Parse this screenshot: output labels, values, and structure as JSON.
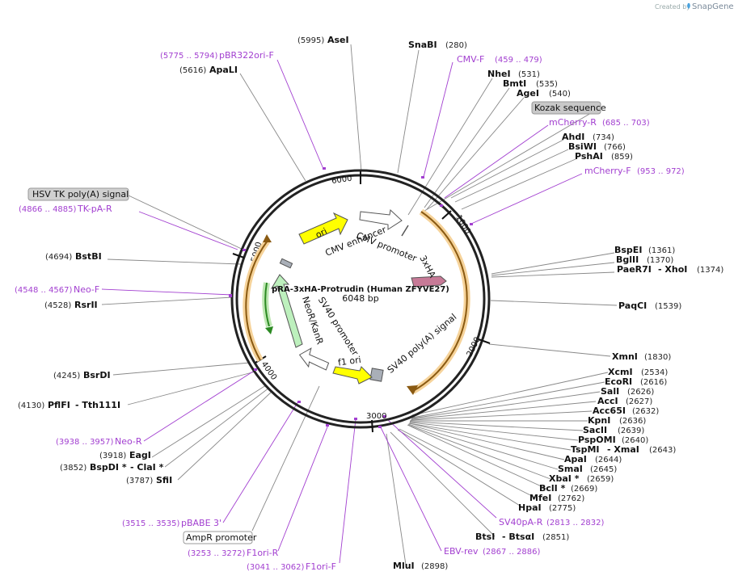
{
  "credit": {
    "prefix": "Created by",
    "brand": "SnapGene"
  },
  "map": {
    "title": "pRA-3xHA-Protrudin (Human ZFYVE27)",
    "size": "6048 bp",
    "ticks": [
      "6000",
      "1000",
      "2000",
      "3000",
      "4000",
      "5000"
    ]
  },
  "features": {
    "ori": "ori",
    "cmv_enhancer": "CMV enhancer",
    "cmv_promoter": "CMV promoter",
    "tag": "3xHA",
    "sv40_polya": "SV40 poly(A) signal",
    "f1_ori": "f1 ori",
    "sv40_promoter": "SV40 promoter",
    "neo": "NeoR/KanR"
  },
  "boxes": {
    "hsv": "HSV TK poly(A) signal",
    "kozak": "Kozak sequence",
    "ampr": "AmpR promoter"
  },
  "sites": [
    {
      "id": "asei",
      "name": "AseI",
      "pos": "(5995)"
    },
    {
      "id": "snabi",
      "name": "SnaBI",
      "pos": "(280)"
    },
    {
      "id": "apali",
      "name": "ApaLI",
      "pos": "(5616)"
    },
    {
      "id": "nhei",
      "name": "NheI",
      "pos": "(531)"
    },
    {
      "id": "bmti",
      "name": "BmtI",
      "pos": "(535)"
    },
    {
      "id": "agei",
      "name": "AgeI",
      "pos": "(540)"
    },
    {
      "id": "ahdi",
      "name": "AhdI",
      "pos": "(734)"
    },
    {
      "id": "bsiwi",
      "name": "BsiWI",
      "pos": "(766)"
    },
    {
      "id": "pshai",
      "name": "PshAI",
      "pos": "(859)"
    },
    {
      "id": "bstbi",
      "name": "BstBI",
      "pos": "(4694)"
    },
    {
      "id": "bspei",
      "name": "BspEI",
      "pos": "(1361)"
    },
    {
      "id": "bglii",
      "name": "BglII",
      "pos": "(1370)"
    },
    {
      "id": "paer7i",
      "name": "PaeR7I",
      "name2": "- XhoI",
      "pos": "(1374)"
    },
    {
      "id": "rsrii",
      "name": "RsrII",
      "pos": "(4528)"
    },
    {
      "id": "paqci",
      "name": "PaqCI",
      "pos": "(1539)"
    },
    {
      "id": "xmni",
      "name": "XmnI",
      "pos": "(1830)"
    },
    {
      "id": "bsrdi",
      "name": "BsrDI",
      "pos": "(4245)"
    },
    {
      "id": "xcmi",
      "name": "XcmI",
      "pos": "(2534)"
    },
    {
      "id": "ecori",
      "name": "EcoRI",
      "pos": "(2616)"
    },
    {
      "id": "sali",
      "name": "SalI",
      "pos": "(2626)"
    },
    {
      "id": "pflfi",
      "name": "PflFI",
      "name2": "- Tth111I",
      "pos": "(4130)"
    },
    {
      "id": "acci",
      "name": "AccI",
      "pos": "(2627)"
    },
    {
      "id": "acc65i",
      "name": "Acc65I",
      "pos": "(2632)"
    },
    {
      "id": "kpni",
      "name": "KpnI",
      "pos": "(2636)"
    },
    {
      "id": "sacii",
      "name": "SacII",
      "pos": "(2639)"
    },
    {
      "id": "pspomi",
      "name": "PspOMI",
      "pos": "(2640)"
    },
    {
      "id": "tspmi",
      "name": "TspMI",
      "name2": "- XmaI",
      "pos": "(2643)"
    },
    {
      "id": "eagi",
      "name": "EagI",
      "pos": "(3918)"
    },
    {
      "id": "apai",
      "name": "ApaI",
      "pos": "(2644)"
    },
    {
      "id": "bspdi",
      "name": "BspDI *",
      "name2": "- ClaI *",
      "pos": "(3852)"
    },
    {
      "id": "smai",
      "name": "SmaI",
      "pos": "(2645)"
    },
    {
      "id": "sfii",
      "name": "SfiI",
      "pos": "(3787)"
    },
    {
      "id": "xbai",
      "name": "XbaI *",
      "pos": "(2659)"
    },
    {
      "id": "bcli",
      "name": "BclI *",
      "pos": "(2669)"
    },
    {
      "id": "mfei",
      "name": "MfeI",
      "pos": "(2762)"
    },
    {
      "id": "hpai",
      "name": "HpaI",
      "pos": "(2775)"
    },
    {
      "id": "btsi",
      "name": "BtsI",
      "name2": "- BtsαI",
      "pos": "(2851)"
    },
    {
      "id": "mlui",
      "name": "MluI",
      "pos": "(2898)"
    }
  ],
  "primers": [
    {
      "id": "pbr322",
      "name": "pBR322ori-F",
      "pos": "(5775 .. 5794)"
    },
    {
      "id": "cmvf",
      "name": "CMV-F",
      "pos": "(459 .. 479)"
    },
    {
      "id": "mcherryr",
      "name": "mCherry-R",
      "pos": "(685 .. 703)"
    },
    {
      "id": "mcherryf",
      "name": "mCherry-F",
      "pos": "(953 .. 972)"
    },
    {
      "id": "tkpa",
      "name": "TK-pA-R",
      "pos": "(4866 .. 4885)"
    },
    {
      "id": "neof",
      "name": "Neo-F",
      "pos": "(4548 .. 4567)"
    },
    {
      "id": "neor",
      "name": "Neo-R",
      "pos": "(3938 .. 3957)"
    },
    {
      "id": "pbabe",
      "name": "pBABE 3'",
      "pos": "(3515 .. 3535)"
    },
    {
      "id": "sv40par",
      "name": "SV40pA-R",
      "pos": "(2813 .. 2832)"
    },
    {
      "id": "ebv",
      "name": "EBV-rev",
      "pos": "(2867 .. 2886)"
    },
    {
      "id": "f1orir",
      "name": "F1ori-R",
      "pos": "(3253 .. 3272)"
    },
    {
      "id": "f1orif",
      "name": "F1ori-F",
      "pos": "(3041 .. 3062)"
    }
  ]
}
